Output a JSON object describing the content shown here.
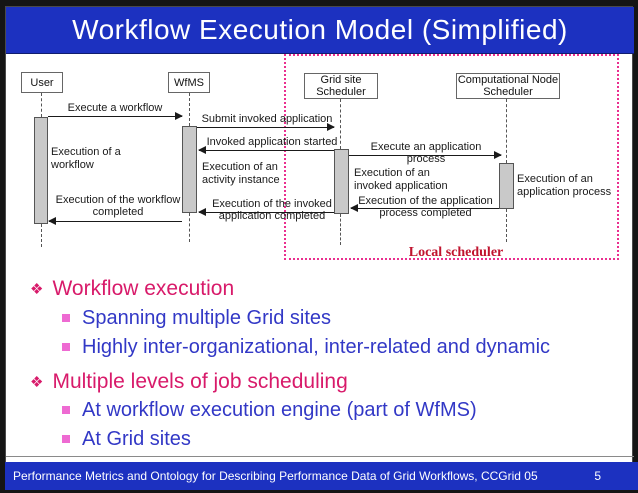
{
  "slide": {
    "title": "Workflow Execution Model (Simplified)",
    "footer_text": "Performance Metrics and Ontology for Describing Performance Data of Grid Workflows, CCGrid 05",
    "page_number": "5"
  },
  "colors": {
    "bar_blue": "#1c31c0",
    "level1_bullet_red": "#d81a6a",
    "level2_bullet_blue": "#3238c6",
    "level2_square_pink": "#ee6ad2",
    "region_border_pink": "#ea2f8f",
    "region_label_red": "#c0142f",
    "activation_bar_gray": "#c9c9c9"
  },
  "diagram": {
    "actors": [
      {
        "label": "User"
      },
      {
        "label": "WfMS"
      },
      {
        "label": "Grid site Scheduler"
      },
      {
        "label": "Computational Node Scheduler"
      }
    ],
    "messages": [
      {
        "label": "Execute a workflow"
      },
      {
        "label": "Submit invoked application"
      },
      {
        "label": "Invoked application started"
      },
      {
        "label": "Execute an application process"
      },
      {
        "label": "Execution of the workflow completed"
      },
      {
        "label": "Execution of the invoked application completed"
      },
      {
        "label": "Execution of the application process completed"
      }
    ],
    "state_labels": [
      {
        "label": "Execution of a workflow"
      },
      {
        "label": "Execution of an activity instance"
      },
      {
        "label": "Execution of an invoked application"
      },
      {
        "label": "Execution of an application process"
      }
    ],
    "region_label": "Local scheduler"
  },
  "bullets": [
    {
      "level": 1,
      "text": "Workflow execution"
    },
    {
      "level": 2,
      "text": "Spanning multiple Grid sites"
    },
    {
      "level": 2,
      "text": "Highly inter-organizational, inter-related and dynamic"
    },
    {
      "level": 1,
      "text": "Multiple levels of job scheduling"
    },
    {
      "level": 2,
      "text": "At workflow execution engine (part of WfMS)"
    },
    {
      "level": 2,
      "text": "At Grid sites"
    }
  ],
  "icons": {
    "level1_bullet_glyph": "❖"
  }
}
